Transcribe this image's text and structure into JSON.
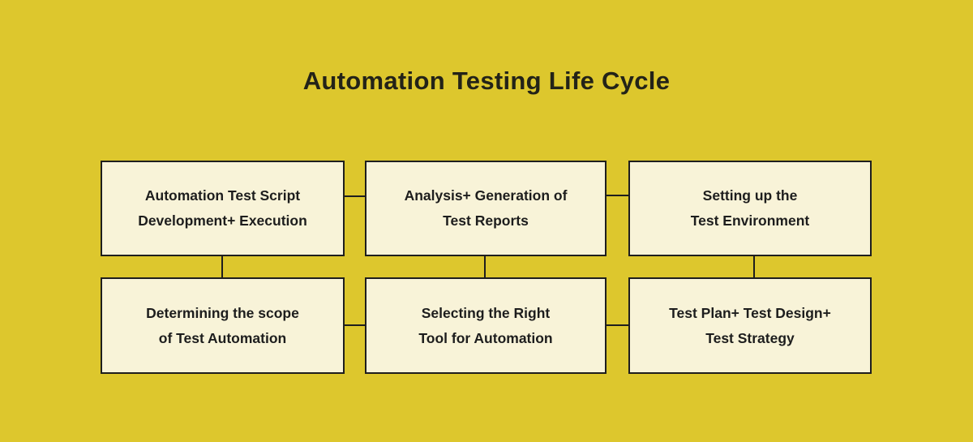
{
  "title": "Automation Testing Life Cycle",
  "colors": {
    "background": "#ddc72d",
    "box_fill": "#f8f3d8",
    "border_and_lines": "#1e1e1e",
    "text": "#1d1d1d"
  },
  "boxes": [
    {
      "id": "automation-test-script-development-execution",
      "line1": "Automation Test Script",
      "line2": "Development+ Execution"
    },
    {
      "id": "analysis-generation-of-test-reports",
      "line1": "Analysis+ Generation of",
      "line2": "Test Reports"
    },
    {
      "id": "setting-up-the-test-environment",
      "line1": "Setting up the",
      "line2": "Test Environment"
    },
    {
      "id": "determining-the-scope-of-test-automation",
      "line1": "Determining the scope",
      "line2": "of Test Automation"
    },
    {
      "id": "selecting-the-right-tool-for-automation",
      "line1": "Selecting the Right",
      "line2": "Tool for Automation"
    },
    {
      "id": "test-plan-test-design-test-strategy",
      "line1": "Test Plan+ Test Design+",
      "line2": "Test Strategy"
    }
  ]
}
